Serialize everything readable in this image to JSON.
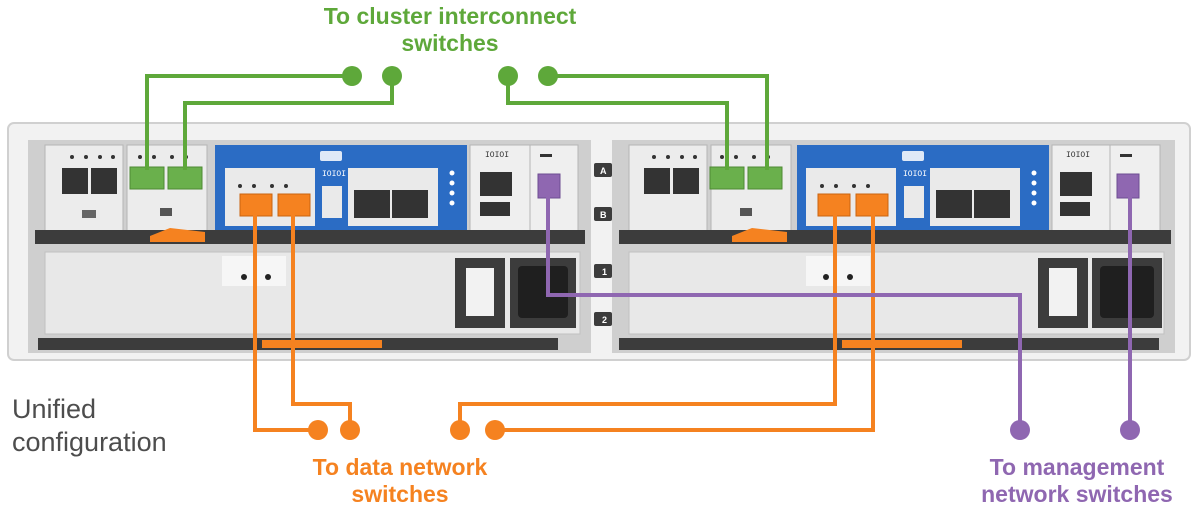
{
  "labels": {
    "cluster_line1": "To cluster interconnect",
    "cluster_line2": "switches",
    "data_line1": "To data network",
    "data_line2": "switches",
    "mgmt_line1": "To management",
    "mgmt_line2": "network switches",
    "config_line1": "Unified",
    "config_line2": "configuration"
  },
  "badges": {
    "a": "A",
    "b": "B",
    "psu1": "1",
    "psu2": "2"
  },
  "port_labels": {
    "ioioi": "IOIOI"
  },
  "colors": {
    "cluster": "#5ea83a",
    "data": "#f58220",
    "management": "#8f67b1",
    "io_module": "#2b6cc4",
    "chassis": "#dcdcdc",
    "rail": "#3c3c3c"
  }
}
